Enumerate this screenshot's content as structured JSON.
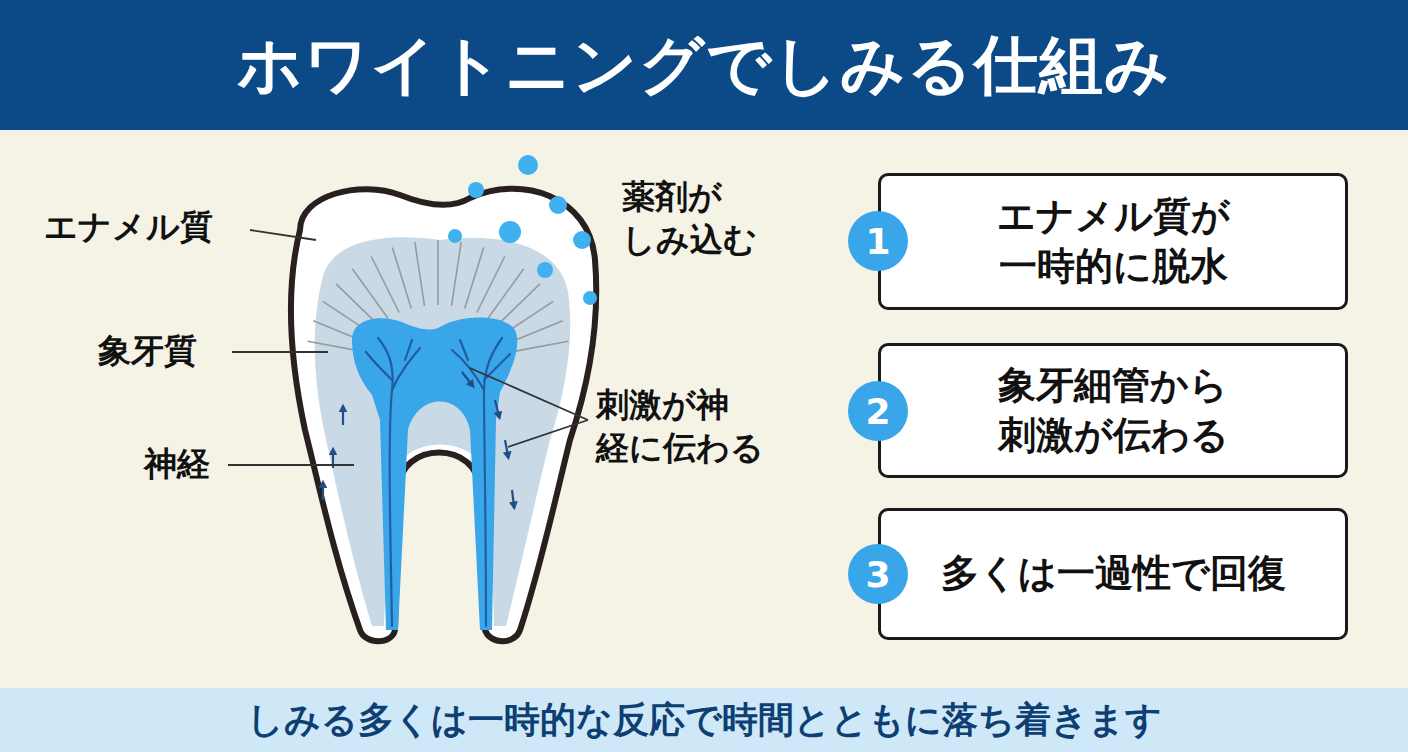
{
  "diagram": {
    "title": "ホワイトニングでしみる仕組み",
    "caption": "しみる多くは一時的な反応で時間とともに落ち着きます",
    "nodes": [
      {
        "text": [
          "1"
        ]
      },
      {
        "text": [
          "エナメル質が 一時的に脱水"
        ]
      },
      {
        "text": [
          "2"
        ]
      },
      {
        "text": [
          "象牙細管から 刺激が伝わる"
        ]
      },
      {
        "text": [
          "3"
        ]
      },
      {
        "text": [
          "多くは一過性で回復"
        ]
      }
    ],
    "labels": [
      "エナメル質",
      "象牙質",
      "神経",
      "薬剤が しみ込む",
      "刺激が神 経に伝わる"
    ]
  }
}
